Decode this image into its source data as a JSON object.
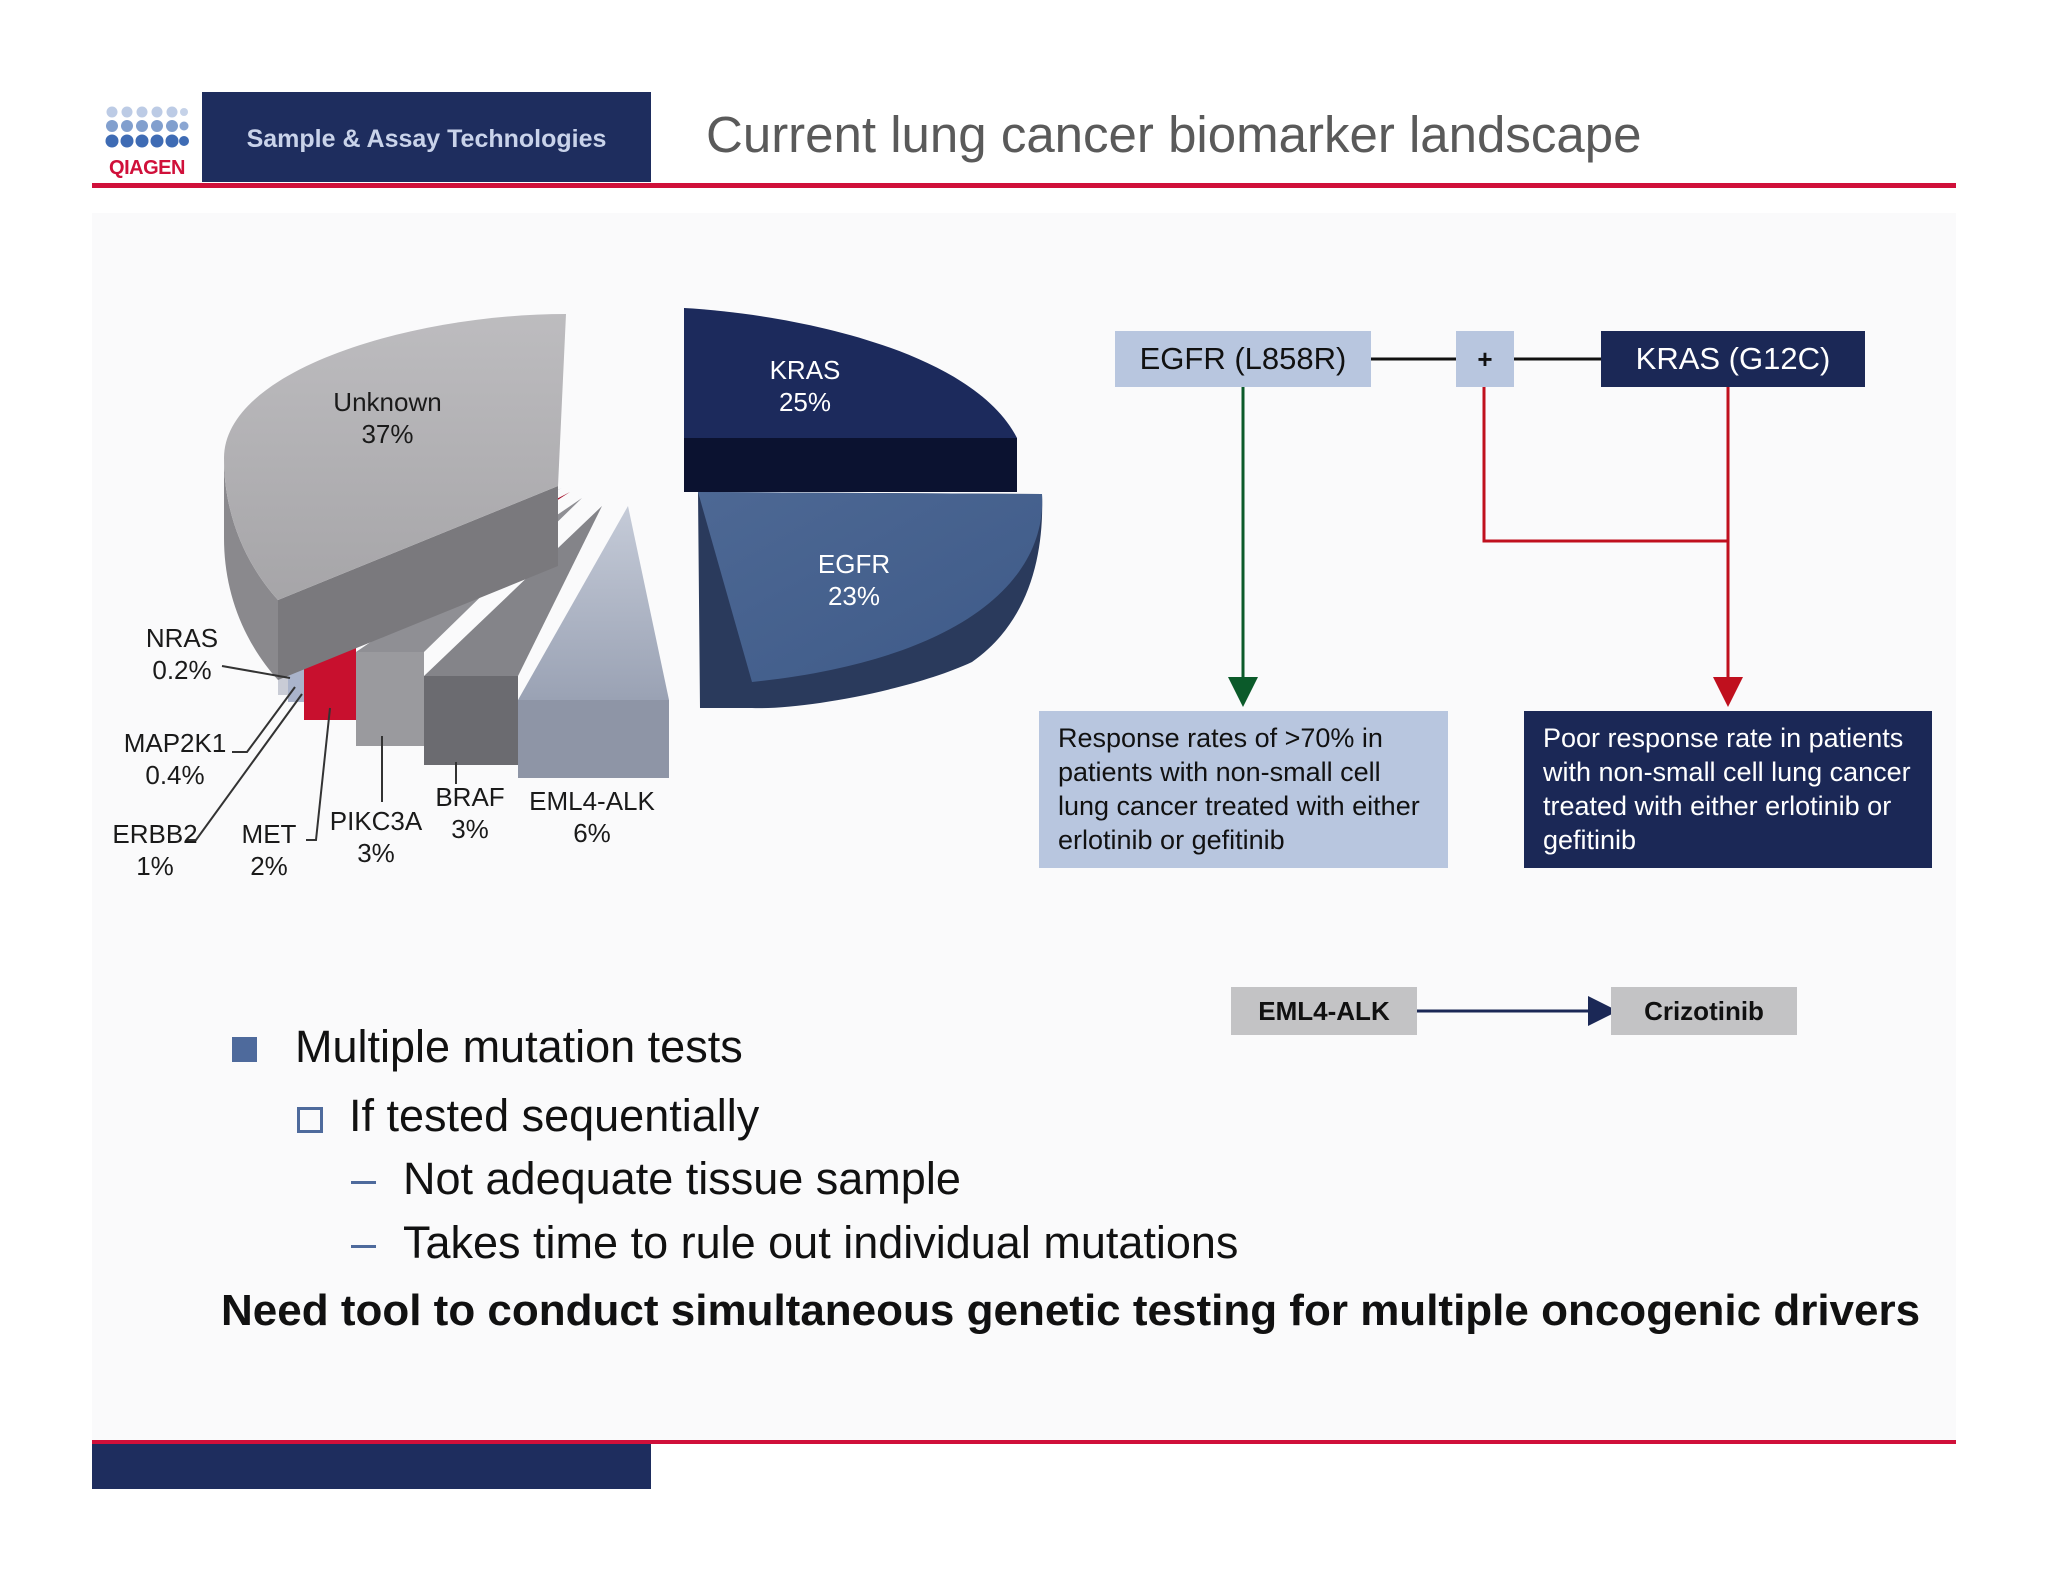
{
  "header": {
    "brand_tagline": "Sample & Assay Technologies",
    "logo_text": "QIAGEN",
    "title": "Current lung cancer biomarker landscape"
  },
  "colors": {
    "navy": "#1e2d5e",
    "accent_red": "#d0103a",
    "light_blue": "#b8c6df",
    "mid_blue": "#4a6592",
    "gray_box": "#c3c3c5"
  },
  "chart_data": {
    "type": "pie",
    "title": "",
    "slices": [
      {
        "label": "KRAS",
        "value": 25,
        "display": "25%"
      },
      {
        "label": "EGFR",
        "value": 23,
        "display": "23%"
      },
      {
        "label": "EML4-ALK",
        "value": 6,
        "display": "6%"
      },
      {
        "label": "BRAF",
        "value": 3,
        "display": "3%"
      },
      {
        "label": "PIKC3A",
        "value": 3,
        "display": "3%"
      },
      {
        "label": "MET",
        "value": 2,
        "display": "2%"
      },
      {
        "label": "ERBB2",
        "value": 1,
        "display": "1%"
      },
      {
        "label": "MAP2K1",
        "value": 0.4,
        "display": "0.4%"
      },
      {
        "label": "NRAS",
        "value": 0.2,
        "display": "0.2%"
      },
      {
        "label": "Unknown",
        "value": 37,
        "display": "37%"
      }
    ]
  },
  "diagram": {
    "egfr_label": "EGFR (L858R)",
    "plus_label": "+",
    "kras_label": "KRAS (G12C)",
    "response_good": "Response rates of >70% in patients with non-small cell lung cancer treated with either erlotinib or gefitinib",
    "response_poor": "Poor response rate in patients with non-small cell lung cancer treated with either erlotinib or gefitinib",
    "eml4_label": "EML4-ALK",
    "crizotinib_label": "Crizotinib"
  },
  "bullets": {
    "l1": "Multiple mutation tests",
    "l2": "If tested sequentially",
    "l3a": "Not adequate tissue sample",
    "l3b": "Takes time to rule out individual mutations",
    "dash": "–"
  },
  "conclusion": "Need tool to conduct simultaneous genetic testing for multiple oncogenic drivers"
}
